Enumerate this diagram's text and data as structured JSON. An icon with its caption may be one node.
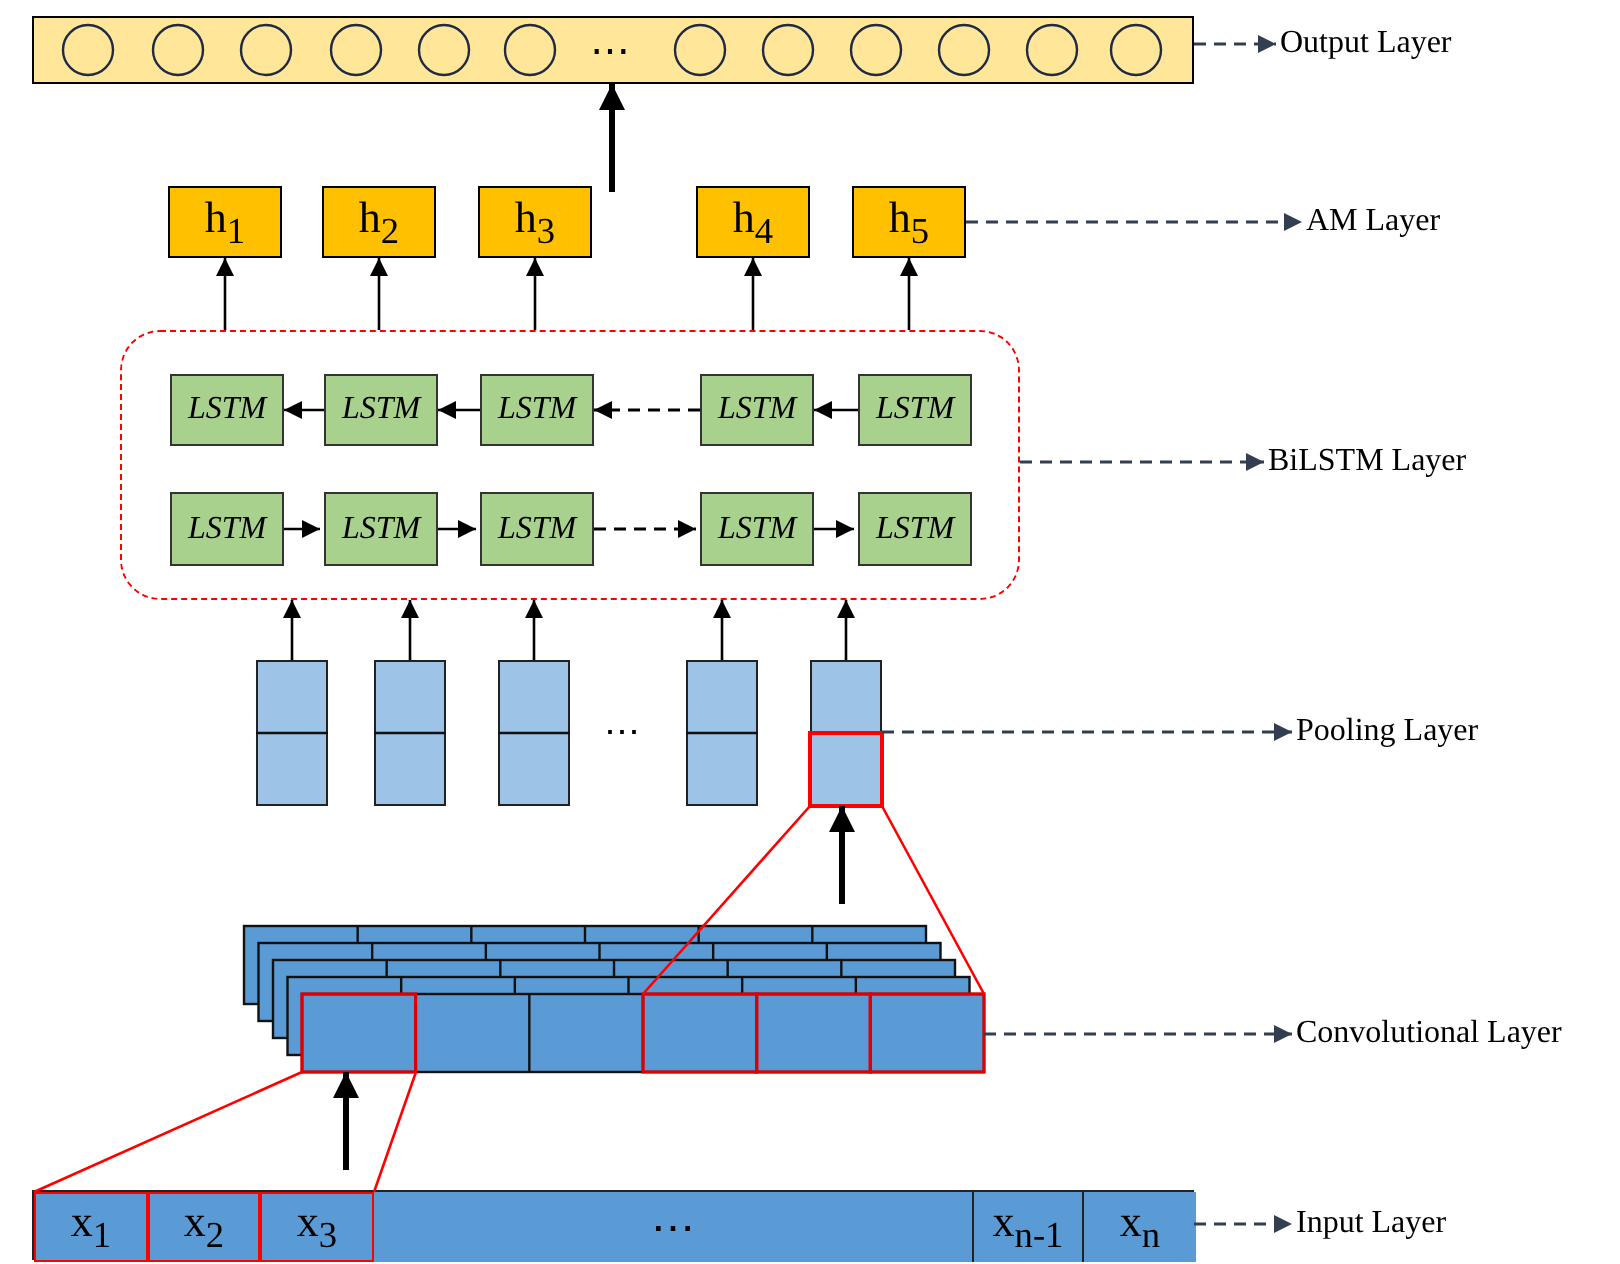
{
  "diagram": {
    "nodes": [
      {
        "text": [
          "⋯"
        ]
      },
      {
        "text": [
          "Output Layer"
        ]
      },
      {
        "text": [
          "h$_{1}$"
        ]
      },
      {
        "text": [
          "h$_{2}$"
        ]
      },
      {
        "text": [
          "h$_{3}$"
        ]
      },
      {
        "text": [
          "h$_{4}$"
        ]
      },
      {
        "text": [
          "h$_{5}$"
        ]
      },
      {
        "text": [
          "AM Layer"
        ]
      },
      {
        "text": [],
        "shape": "box"
      },
      {
        "text": [
          "LSTM"
        ],
        "in": 8
      },
      {
        "text": [
          "LSTM"
        ],
        "in": 8
      },
      {
        "text": [
          "LSTM"
        ],
        "in": 8
      },
      {
        "text": [
          "LSTM"
        ],
        "in": 8
      },
      {
        "text": [
          "LSTM"
        ],
        "in": 8
      },
      {
        "text": [
          "LSTM"
        ],
        "in": 8
      },
      {
        "text": [
          "LSTM"
        ],
        "in": 8
      },
      {
        "text": [
          "LSTM"
        ],
        "in": 8
      },
      {
        "text": [
          "LSTM"
        ],
        "in": 8
      },
      {
        "text": [
          "LSTM"
        ],
        "in": 8
      },
      {
        "text": [
          "BiLSTM Layer"
        ]
      },
      {
        "text": [],
        "shape": "box"
      },
      {
        "text": [],
        "shape": "box"
      },
      {
        "text": [],
        "shape": "box"
      },
      {
        "text": [],
        "shape": "box"
      },
      {
        "text": [],
        "shape": "box"
      },
      {
        "text": [
          "Pooling Layer"
        ]
      },
      {
        "text": [],
        "shape": "box"
      },
      {
        "text": [
          "Convolutional Layer"
        ]
      },
      {
        "text": [],
        "shape": "box"
      },
      {
        "text": [
          "x$_{1}$"
        ],
        "in": 28
      },
      {
        "text": [
          "x$_{2}$"
        ],
        "in": 28
      },
      {
        "text": [
          "x$_{3}$"
        ],
        "in": 28
      },
      {
        "text": [
          "⋯"
        ],
        "in": 28
      },
      {
        "text": [
          "x$_{n-1}$"
        ],
        "in": 28
      },
      {
        "text": [
          "x$_{n}$"
        ],
        "in": 28
      },
      {
        "text": [
          "Input Layer"
        ]
      }
    ],
    "edges": [
      {
        "from": 4,
        "to": 0,
        "arrow": "to",
        "style": "thick"
      },
      {
        "from": 8,
        "to": 2,
        "arrow": "to"
      },
      {
        "from": 8,
        "to": 3,
        "arrow": "to"
      },
      {
        "from": 8,
        "to": 4,
        "arrow": "to"
      },
      {
        "from": 8,
        "to": 5,
        "arrow": "to"
      },
      {
        "from": 8,
        "to": 6,
        "arrow": "to"
      },
      {
        "from": 10,
        "to": 9,
        "arrow": "to"
      },
      {
        "from": 11,
        "to": 10,
        "arrow": "to"
      },
      {
        "from": 12,
        "to": 11,
        "arrow": "to",
        "style": "dashed"
      },
      {
        "from": 13,
        "to": 12,
        "arrow": "to"
      },
      {
        "from": 14,
        "to": 15,
        "arrow": "to"
      },
      {
        "from": 15,
        "to": 16,
        "arrow": "to"
      },
      {
        "from": 16,
        "to": 17,
        "arrow": "to",
        "style": "dashed"
      },
      {
        "from": 17,
        "to": 18,
        "arrow": "to"
      },
      {
        "from": 20,
        "to": 8,
        "arrow": "to"
      },
      {
        "from": 21,
        "to": 8,
        "arrow": "to"
      },
      {
        "from": 22,
        "to": 8,
        "arrow": "to"
      },
      {
        "from": 23,
        "to": 8,
        "arrow": "to"
      },
      {
        "from": 24,
        "to": 8,
        "arrow": "to"
      },
      {
        "from": 26,
        "to": 24,
        "arrow": "to",
        "style": "thick"
      },
      {
        "from": 28,
        "to": 26,
        "arrow": "to",
        "style": "thick"
      },
      {
        "from": 26,
        "to": 24,
        "arrow": "none",
        "color": "#ff0000"
      },
      {
        "from": 26,
        "to": 24,
        "arrow": "none",
        "color": "#ff0000"
      },
      {
        "from": 29,
        "to": 26,
        "arrow": "none",
        "color": "#ff0000"
      },
      {
        "from": 31,
        "to": 26,
        "arrow": "none",
        "color": "#ff0000"
      },
      {
        "from": 0,
        "to": 1,
        "arrow": "to",
        "style": "dashed",
        "color": "#333f50"
      },
      {
        "from": 6,
        "to": 7,
        "arrow": "to",
        "style": "dashed",
        "color": "#333f50"
      },
      {
        "from": 8,
        "to": 19,
        "arrow": "to",
        "style": "dashed",
        "color": "#333f50"
      },
      {
        "from": 24,
        "to": 25,
        "arrow": "to",
        "style": "dashed",
        "color": "#333f50"
      },
      {
        "from": 26,
        "to": 27,
        "arrow": "to",
        "style": "dashed",
        "color": "#333f50"
      },
      {
        "from": 28,
        "to": 35,
        "arrow": "to",
        "style": "dashed",
        "color": "#333f50"
      }
    ],
    "labels": [
      "⋯"
    ]
  }
}
